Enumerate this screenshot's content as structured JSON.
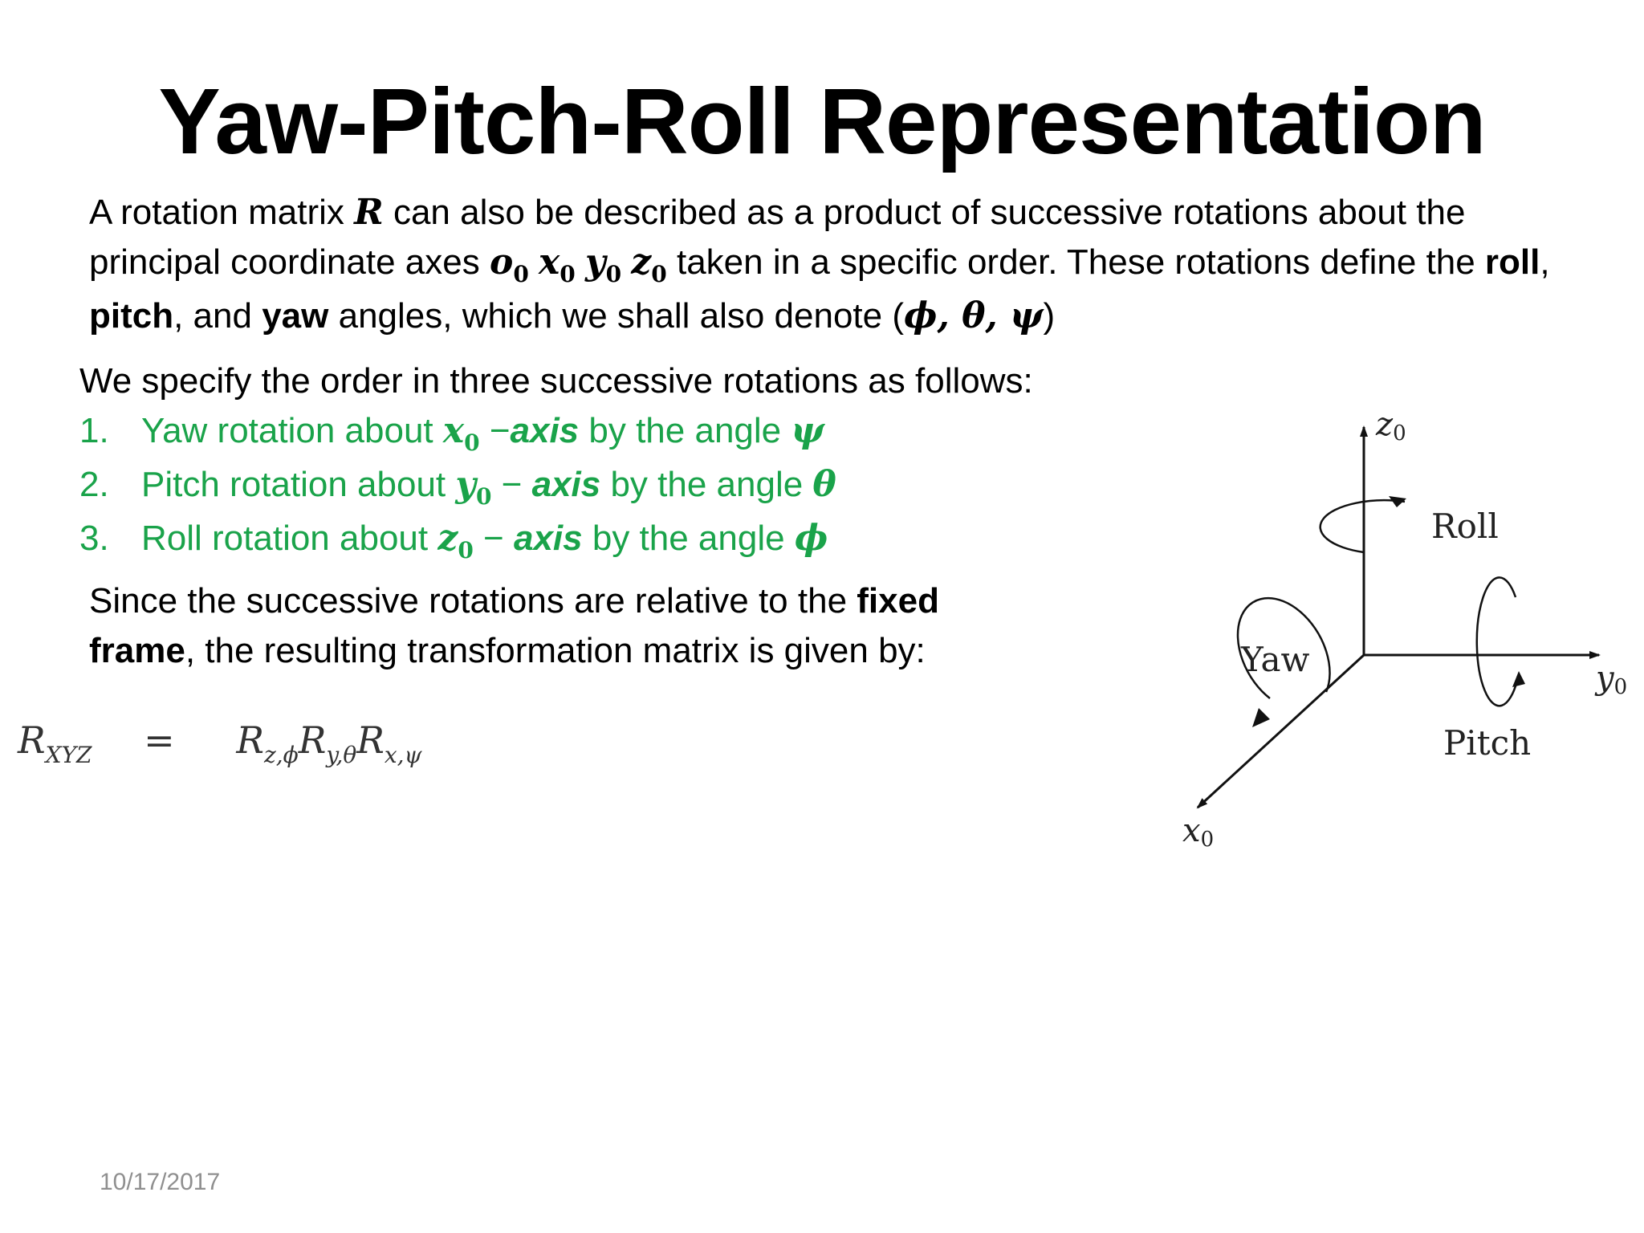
{
  "slide": {
    "title": "Yaw-Pitch-Roll Representation",
    "date": "10/17/2017"
  },
  "intro": {
    "t1": "A rotation matrix ",
    "R": "R",
    "t2": " can also be described as a product of successive rotations about the principal coordinate axes ",
    "o": "o",
    "x": "x",
    "y": "y",
    "z": "z",
    "zero": "0",
    "t3": " taken in a specific order. These rotations define the ",
    "roll": "roll",
    "comma1": ", ",
    "pitch": "pitch",
    "t4": ", and ",
    "yaw": "yaw",
    "t5": " angles, which we shall also denote (",
    "angles": "ϕ, θ, ψ",
    "t6": ")"
  },
  "order": {
    "heading": "We specify the order in three successive rotations as follows:",
    "items": [
      {
        "num": "1.",
        "text": "Yaw rotation about ",
        "axis_var": "x",
        "sub": "0",
        "dash": " −",
        "axis_word": "axis",
        "tail": " by the angle ",
        "angle": "ψ"
      },
      {
        "num": "2.",
        "text": "Pitch rotation about ",
        "axis_var": "y",
        "sub": "0",
        "dash": " − ",
        "axis_word": "axis",
        "tail": " by the angle ",
        "angle": "θ"
      },
      {
        "num": "3.",
        "text": "Roll rotation about ",
        "axis_var": "z",
        "sub": "0",
        "dash": " − ",
        "axis_word": "axis",
        "tail": " by the angle ",
        "angle": "ϕ"
      }
    ]
  },
  "since": {
    "t1": "Since the successive rotations are relative to the ",
    "fixed_frame": "fixed frame",
    "t2": ", the resulting transformation matrix is given by:"
  },
  "equation": {
    "lhs": "R",
    "lhs_sub": "XYZ",
    "eq": "=",
    "r1": "R",
    "r1_sub": "z,ϕ",
    "r2": "R",
    "r2_sub": "y,θ",
    "r3": "R",
    "r3_sub": "x,ψ"
  },
  "diagram": {
    "z_axis": "z",
    "y_axis": "y",
    "x_axis": "x",
    "axis_sub": "0",
    "roll": "Roll",
    "yaw": "Yaw",
    "pitch": "Pitch"
  }
}
